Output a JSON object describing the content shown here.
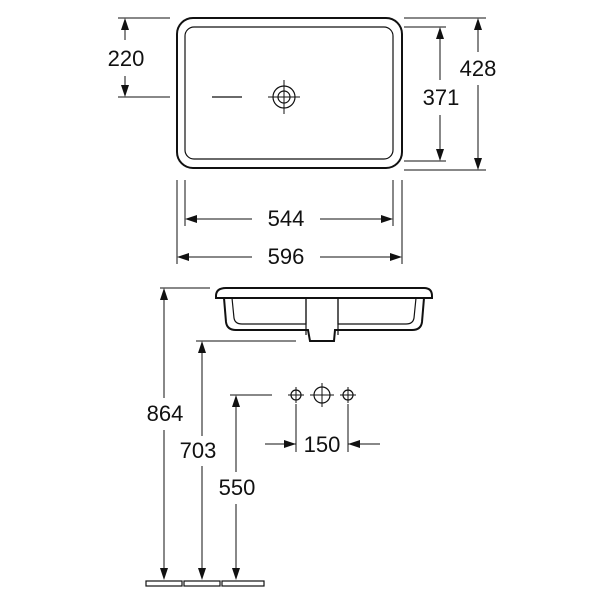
{
  "dimensions": {
    "top_offset": "220",
    "outer_depth": "428",
    "inner_depth": "371",
    "inner_width": "544",
    "outer_width": "596",
    "floor_to_rim": "864",
    "floor_to_outlet": "703",
    "floor_to_tap_axis": "550",
    "tap_spacing": "150"
  }
}
